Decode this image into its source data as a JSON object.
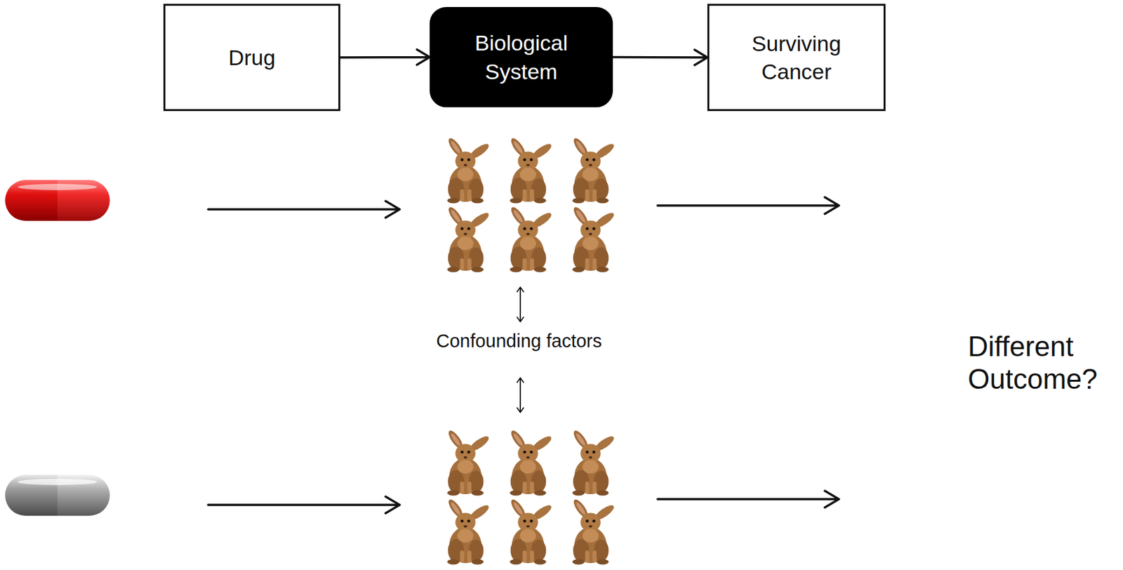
{
  "diagram": {
    "nodes": [
      {
        "text": [
          "Drug"
        ]
      },
      {
        "text": [
          "Biological System"
        ]
      },
      {
        "text": [
          "Surviving Cancer"
        ]
      }
    ],
    "edges": [
      {
        "from": 0,
        "to": 1,
        "arrow": "to"
      },
      {
        "from": 1,
        "to": 2,
        "arrow": "to"
      }
    ],
    "labels": [
      "Confounding factors",
      "Different Outcome?"
    ]
  }
}
